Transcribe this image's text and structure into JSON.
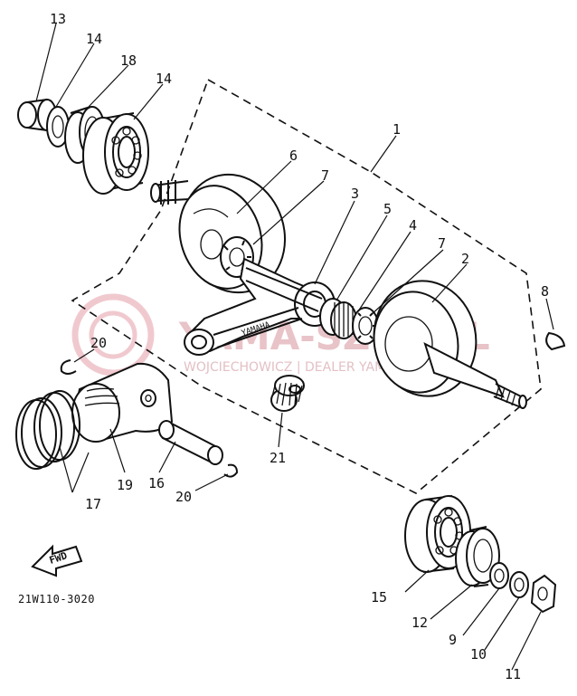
{
  "diagram": {
    "code": "21W110-3020",
    "fwd_label": "FWD",
    "rod_marking": "YAMAHA",
    "watermark": {
      "brand": "YAMA-SZOP.PL",
      "subtitle": "WOJCIECHOWICZ | DEALER YAMAHA"
    },
    "callouts": [
      "1",
      "2",
      "3",
      "4",
      "5",
      "6",
      "7",
      "7",
      "8",
      "9",
      "10",
      "11",
      "12",
      "13",
      "14",
      "14",
      "15",
      "16",
      "17",
      "18",
      "19",
      "20",
      "20",
      "21"
    ]
  }
}
